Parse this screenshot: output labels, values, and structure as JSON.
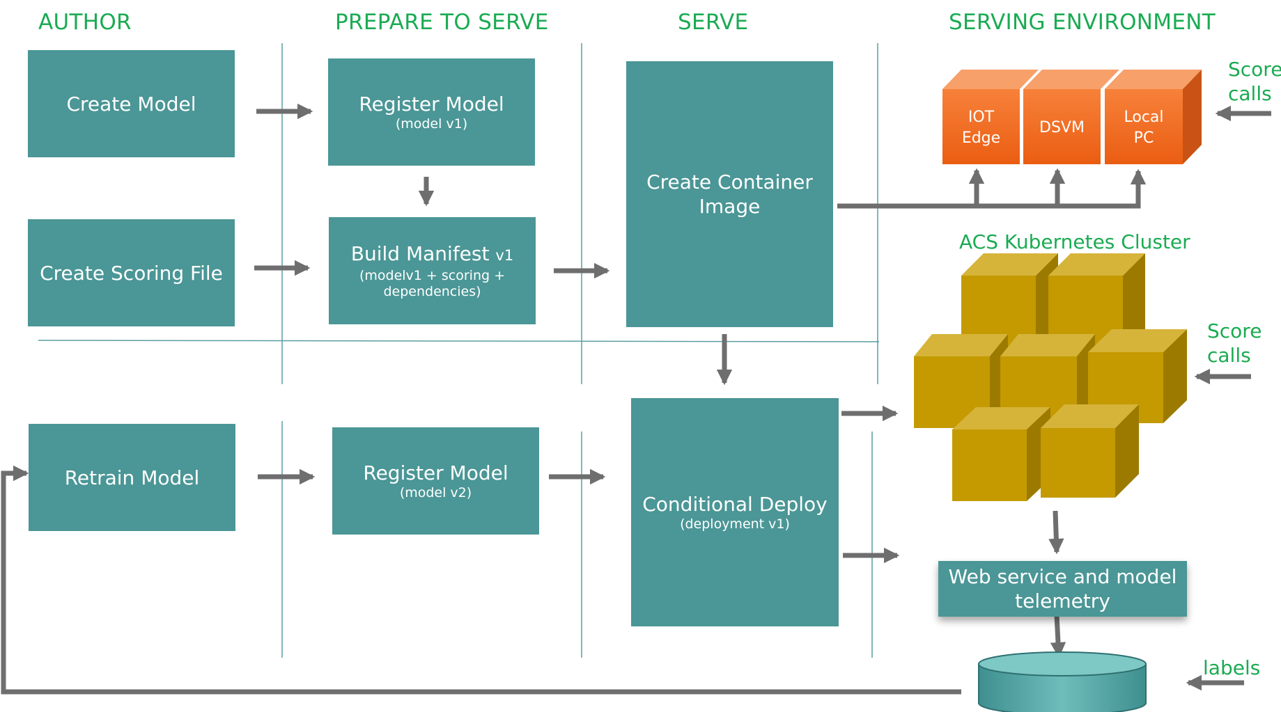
{
  "headers": {
    "author": "AUTHOR",
    "prepare": "PREPARE TO SERVE",
    "serve": "SERVE",
    "environment": "SERVING ENVIRONMENT"
  },
  "author": {
    "create_model": "Create Model",
    "create_scoring_file": "Create Scoring File",
    "retrain_model": "Retrain Model"
  },
  "prepare": {
    "register_model_1": {
      "title": "Register Model",
      "sub": "(model v1)"
    },
    "build_manifest": {
      "title": "Build Manifest",
      "version": "v1",
      "sub_line1": "(modelv1 + scoring +",
      "sub_line2": "dependencies)"
    },
    "register_model_2": {
      "title": "Register Model",
      "sub": "(model v2)"
    }
  },
  "serve": {
    "create_container_line1": "Create Container",
    "create_container_line2": "Image",
    "conditional_deploy": {
      "title": "Conditional Deploy",
      "sub": "(deployment v1)"
    }
  },
  "environment": {
    "targets": [
      {
        "line1": "IOT",
        "line2": "Edge"
      },
      {
        "line1": "DSVM",
        "line2": ""
      },
      {
        "line1": "Local",
        "line2": "PC"
      }
    ],
    "cluster_label": "ACS Kubernetes Cluster",
    "telemetry_line1": "Web service and model",
    "telemetry_line2": "telemetry",
    "score_calls_line1": "Score",
    "score_calls_line2": "calls",
    "labels": "labels"
  },
  "colors": {
    "teal_box": "#4b9696",
    "header_green": "#1aab52",
    "arrow_gray": "#6e6e6e",
    "divider": "#5a9ea0",
    "orange": "#f4762c",
    "gold": "#c49a00"
  },
  "icons": {
    "database": "database-icon",
    "cluster": "kubernetes-cluster-cubes"
  }
}
